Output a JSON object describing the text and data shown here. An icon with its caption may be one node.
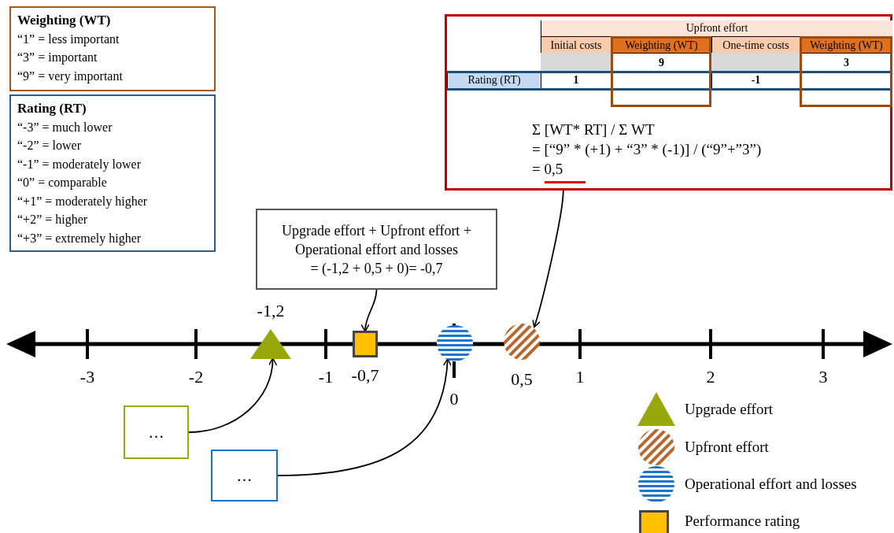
{
  "diagram": {
    "nodes": [
      {
        "text": [
          "Weighting (WT)",
          "“1” = less important",
          "“3” = important",
          "“9” = very important"
        ]
      },
      {
        "text": [
          "Rating (RT)",
          "“-3” = much lower",
          "“-2” = lower",
          "“-1” = moderately lower",
          "“0” = comparable",
          "“+1” = moderately higher",
          "“+2” = higher",
          "“+3” = extremely higher"
        ]
      },
      {
        "text": [
          "Σ [WT* RT] / Σ WT",
          "= [“9” * (+1) + “3” * (-1)] / (“9”+”3”)",
          "= 0,5"
        ]
      },
      {
        "text": [
          "Upgrade effort + Upfront effort + Operational effort and losses",
          "= (-1,2 + 0,5 + 0)= -0,7"
        ]
      },
      {
        "text": [],
        "shape": "triangle",
        "beside": [
          "-1,2"
        ]
      },
      {
        "text": [],
        "shape": "box",
        "beside": [
          "-0,7"
        ]
      },
      {
        "text": [],
        "shape": "circle"
      },
      {
        "text": [],
        "shape": "circle",
        "beside": [
          "0,5"
        ]
      },
      {
        "text": [
          "…"
        ]
      },
      {
        "text": [
          "…"
        ]
      }
    ],
    "edges": [
      {
        "from": 3,
        "to": 5,
        "arrow": "to"
      },
      {
        "from": 2,
        "to": 7,
        "arrow": "to"
      },
      {
        "from": 8,
        "to": 4,
        "arrow": "to"
      },
      {
        "from": 9,
        "to": 6,
        "arrow": "to"
      }
    ],
    "labels": [
      "Upfront effort",
      "Initial costs",
      "Weighting (WT)",
      "One-time costs",
      "Weighting (WT)",
      "9",
      "3",
      "Rating (RT)",
      "1",
      "-1",
      "-3",
      "-2",
      "-1",
      "0",
      "1",
      "2",
      "3"
    ],
    "legend": [
      {
        "text": "Upgrade effort"
      },
      {
        "text": "Upfront effort"
      },
      {
        "text": "Operational effort and losses"
      },
      {
        "text": "Performance rating"
      }
    ]
  }
}
